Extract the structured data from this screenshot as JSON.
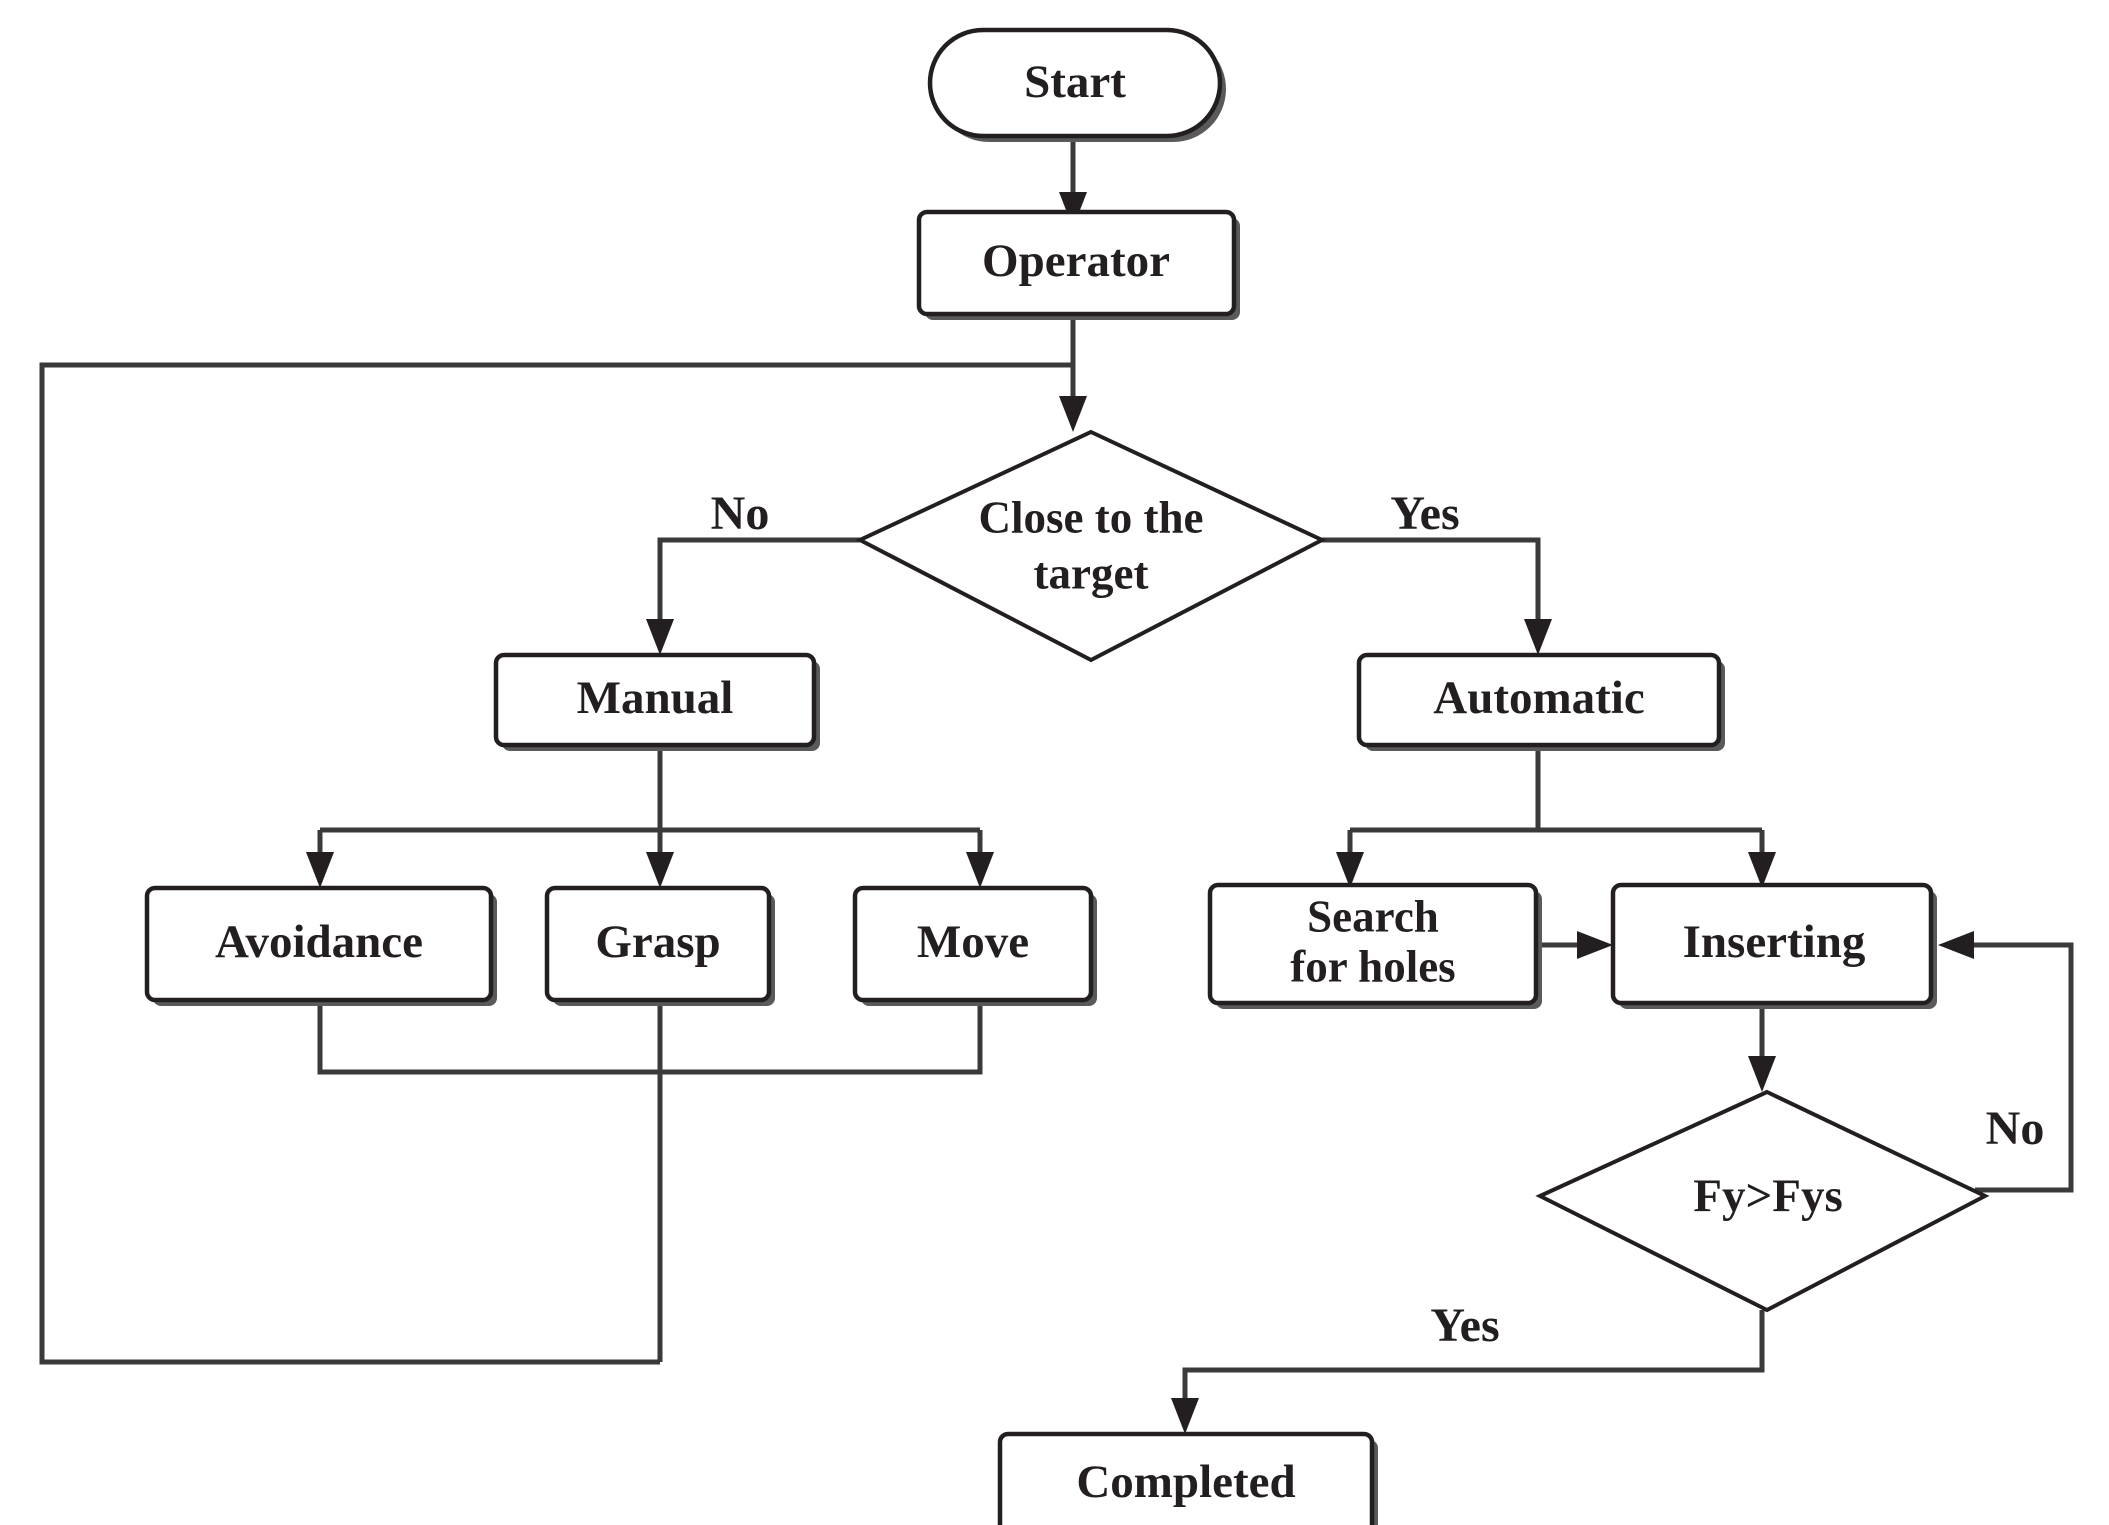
{
  "diagram": {
    "type": "flowchart",
    "title": "Robot teleoperation and automatic insertion control flowchart",
    "background_color": "#ffffff",
    "line_color": "#3a3a3a",
    "text_color": "#231f20",
    "nodes": [
      {
        "id": "start",
        "label": "Start",
        "shape": "rounded-terminator"
      },
      {
        "id": "operator",
        "label": "Operator",
        "shape": "process"
      },
      {
        "id": "close",
        "label_line1": "Close to the",
        "label_line2": "target",
        "shape": "decision"
      },
      {
        "id": "manual",
        "label": "Manual",
        "shape": "process"
      },
      {
        "id": "automatic",
        "label": "Automatic",
        "shape": "process"
      },
      {
        "id": "avoidance",
        "label": "Avoidance",
        "shape": "process"
      },
      {
        "id": "grasp",
        "label": "Grasp",
        "shape": "process"
      },
      {
        "id": "move",
        "label": "Move",
        "shape": "process"
      },
      {
        "id": "search",
        "label_line1": "Search",
        "label_line2": "for holes",
        "shape": "process"
      },
      {
        "id": "inserting",
        "label": "Inserting",
        "shape": "process"
      },
      {
        "id": "force",
        "label": "Fy>Fys",
        "shape": "decision"
      },
      {
        "id": "completed",
        "label": "Completed",
        "shape": "process"
      }
    ],
    "edge_labels": {
      "close_no": "No",
      "close_yes": "Yes",
      "force_no": "No",
      "force_yes": "Yes"
    },
    "edges": [
      {
        "from": "start",
        "to": "operator",
        "label": ""
      },
      {
        "from": "operator",
        "to": "close",
        "label": ""
      },
      {
        "from": "close",
        "to": "manual",
        "label": "No"
      },
      {
        "from": "close",
        "to": "automatic",
        "label": "Yes"
      },
      {
        "from": "manual",
        "to": "avoidance",
        "label": ""
      },
      {
        "from": "manual",
        "to": "grasp",
        "label": ""
      },
      {
        "from": "manual",
        "to": "move",
        "label": ""
      },
      {
        "from": "automatic",
        "to": "search",
        "label": ""
      },
      {
        "from": "automatic",
        "to": "inserting",
        "label": ""
      },
      {
        "from": "search",
        "to": "inserting",
        "label": ""
      },
      {
        "from": "inserting",
        "to": "force",
        "label": ""
      },
      {
        "from": "force",
        "to": "inserting",
        "label": "No"
      },
      {
        "from": "force",
        "to": "completed",
        "label": "Yes"
      },
      {
        "from": "avoidance",
        "to": "operator",
        "label": ""
      },
      {
        "from": "grasp",
        "to": "operator",
        "label": ""
      },
      {
        "from": "move",
        "to": "operator",
        "label": ""
      }
    ]
  }
}
